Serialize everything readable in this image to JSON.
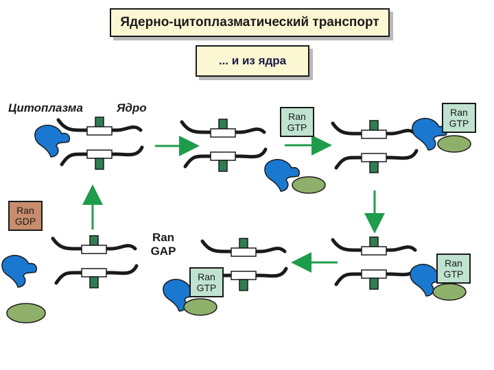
{
  "title": "Ядерно-цитоплазматический транспорт",
  "subtitle": "... и из ядра",
  "labels": {
    "cytoplasm": "Цитоплазма",
    "nucleus": "Ядро"
  },
  "ran_gtp": {
    "line1": "Ran",
    "line2": "GTP"
  },
  "ran_gdp": {
    "line1": "Ran",
    "line2": "GDP"
  },
  "ran_gap": {
    "line1": "Ran",
    "line2": "GAP"
  },
  "colors": {
    "cargo_blue": "#1a78d0",
    "ran_green": "#8fb06a",
    "arrow_green": "#1f9c4b",
    "pore_green": "#2f7e51",
    "ran_gtp_box": "#bfe3d0",
    "ran_gdp_box": "#c88d6d",
    "title_fill": "#fbf7d2"
  }
}
